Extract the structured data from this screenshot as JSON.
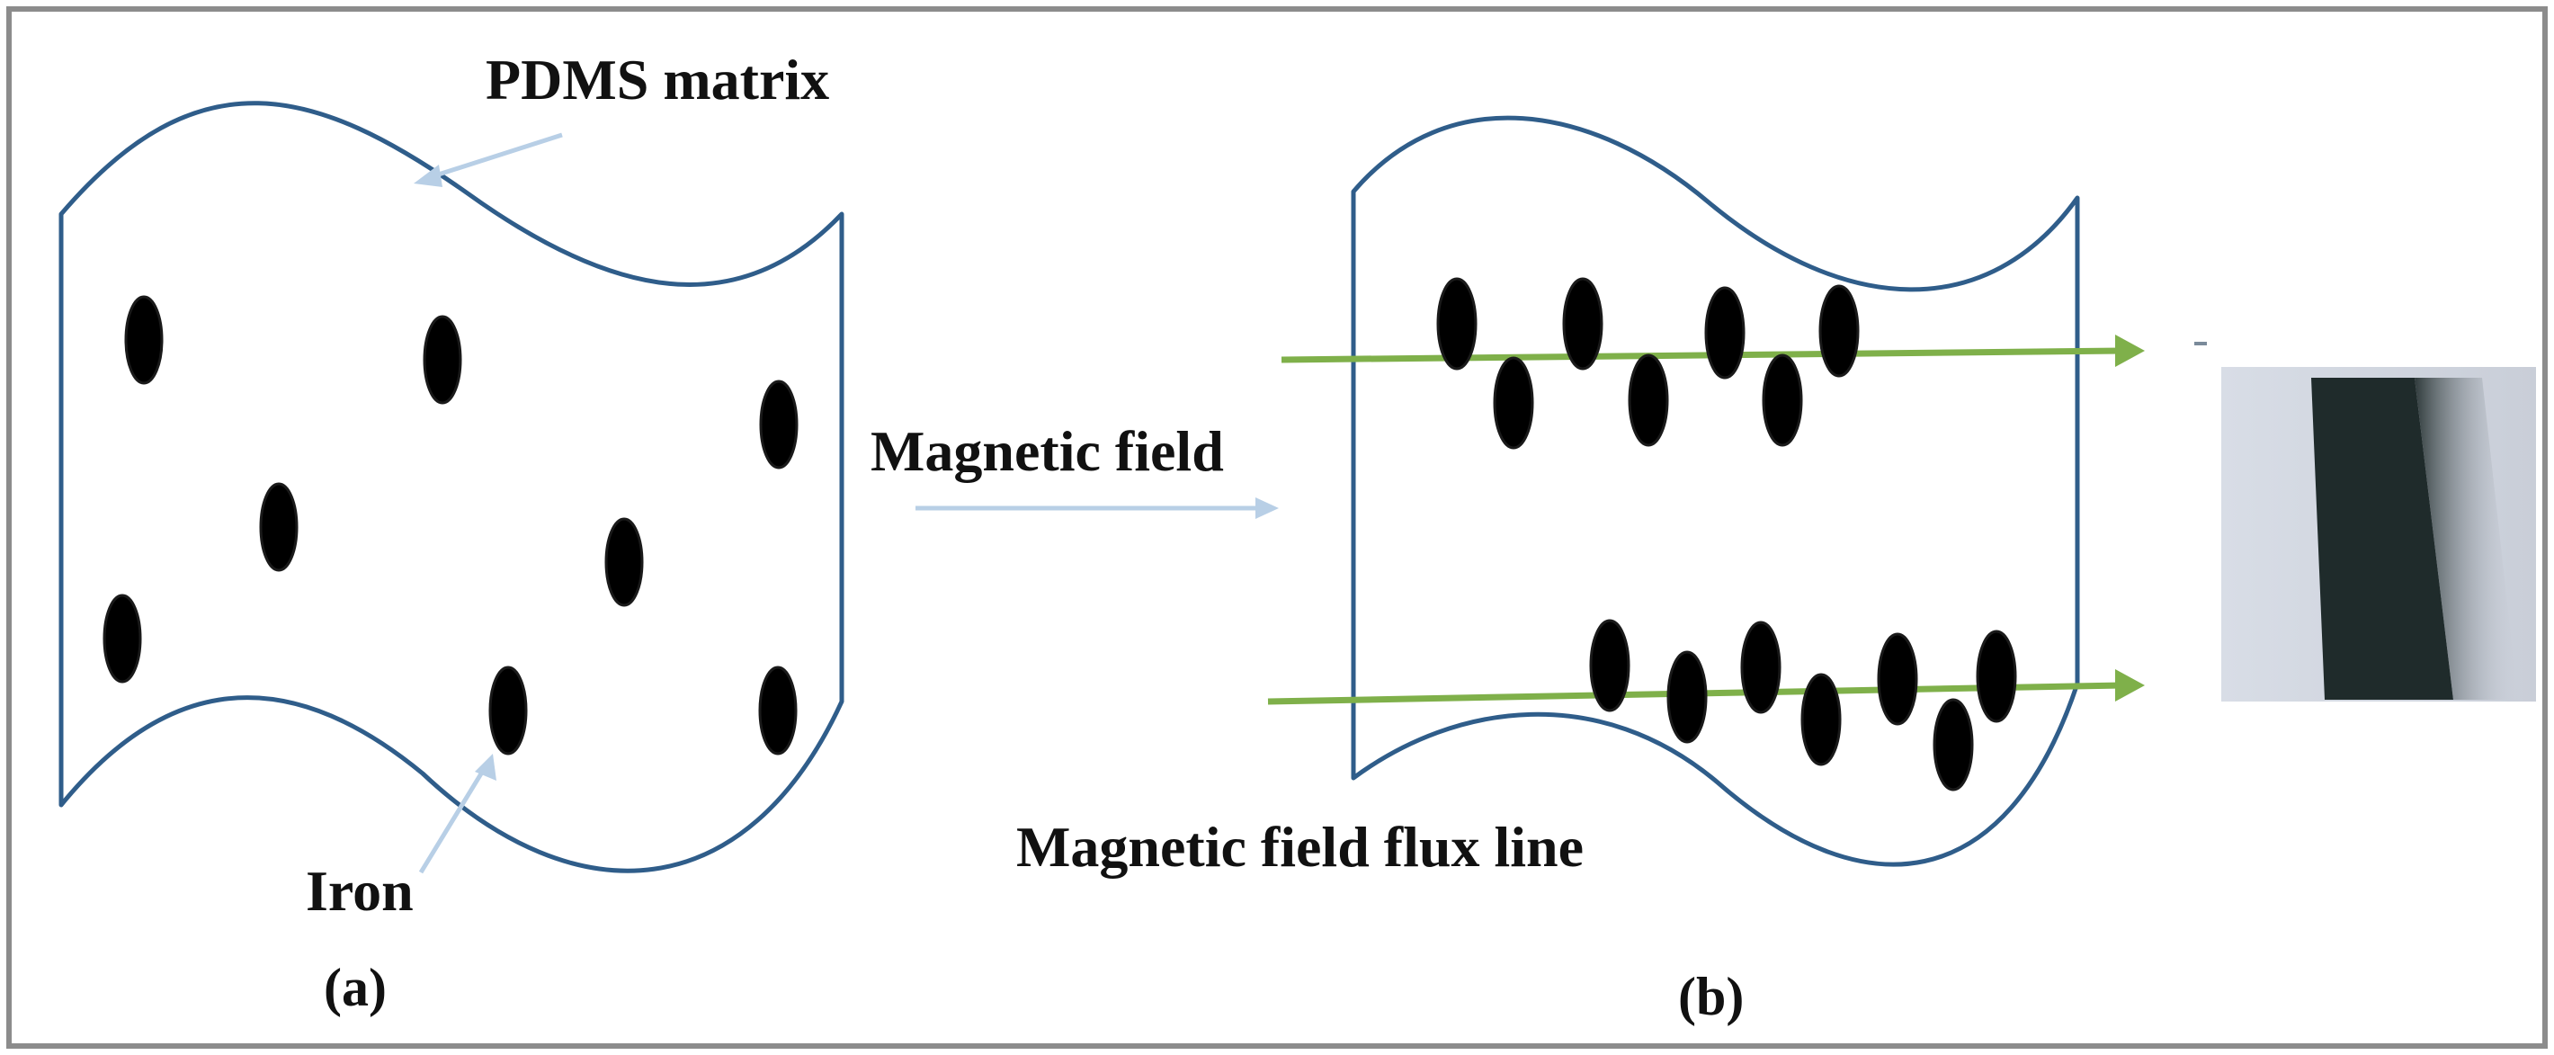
{
  "labels": {
    "pdms_matrix": "PDMS matrix",
    "iron": "Iron",
    "magnetic_field": "Magnetic field",
    "flux_line": "Magnetic field flux line",
    "panel_a": "(a)",
    "panel_b": "(b)"
  },
  "colors": {
    "outline": "#2f5d8a",
    "pointer": "#b8cfe6",
    "flux": "#7fb04a",
    "particle": "#000000",
    "frame": "#8c8c8c"
  }
}
